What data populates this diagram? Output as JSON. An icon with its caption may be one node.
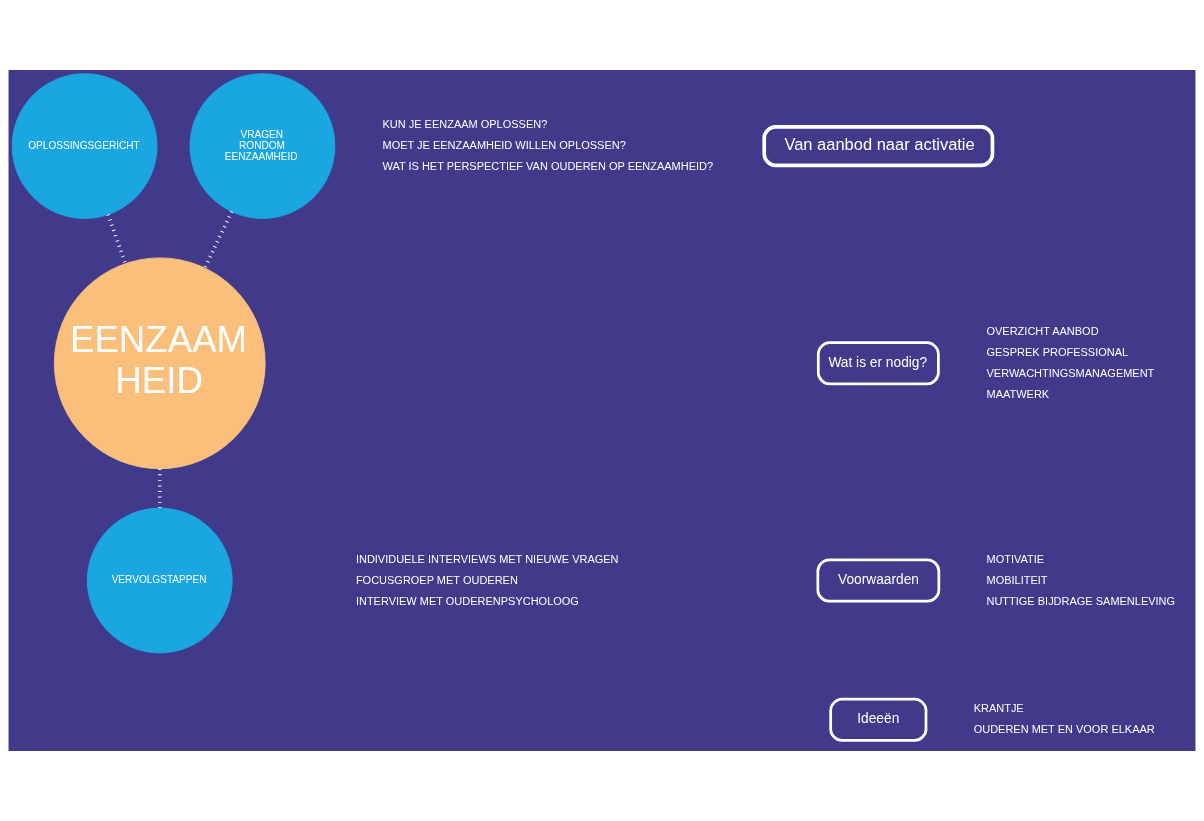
{
  "diagram": {
    "nodes": [
      {
        "text": [
          "EENZAAM HEID"
        ]
      },
      {
        "text": [
          "OPLOSSINGSGERICHT"
        ]
      },
      {
        "text": [
          "VRAGEN RONDOM EENZAAMHEID"
        ],
        "beside": [
          "KUN JE EENZAAM OPLOSSEN?",
          "MOET JE EENZAAMHEID WILLEN OPLOSSEN?",
          "WAT IS HET PERSPECTIEF VAN OUDEREN OP EENZAAMHEID?"
        ]
      },
      {
        "text": [
          "VERVOLGSTAPPEN"
        ],
        "beside": [
          "INDIVIDUELE INTERVIEWS MET NIEUWE VRAGEN",
          "FOCUSGROEP MET OUDEREN",
          "INTERVIEW MET OUDERENPSYCHOLOOG"
        ]
      },
      {
        "text": [
          "Van aanbod naar activatie"
        ]
      },
      {
        "text": [
          "Wat is er nodig?"
        ],
        "beside": [
          "OVERZICHT AANBOD",
          "GESPREK PROFESSIONAL",
          "VERWACHTINGSMANAGEMENT",
          "MAATWERK"
        ]
      },
      {
        "text": [
          "Voorwaarden"
        ],
        "beside": [
          "MOTIVATIE",
          "MOBILITEIT",
          "NUTTIGE BIJDRAGE SAMENLEVING"
        ]
      },
      {
        "text": [
          "Ideeën"
        ],
        "beside": [
          "KRANTJE",
          "OUDEREN MET EN VOOR ELKAAR"
        ]
      }
    ],
    "edges": [
      {
        "from": 1,
        "to": 0,
        "arrow": "none",
        "style": "dashed"
      },
      {
        "from": 2,
        "to": 0,
        "arrow": "none",
        "style": "dashed"
      },
      {
        "from": 0,
        "to": 3,
        "arrow": "none",
        "style": "dashed"
      }
    ]
  }
}
